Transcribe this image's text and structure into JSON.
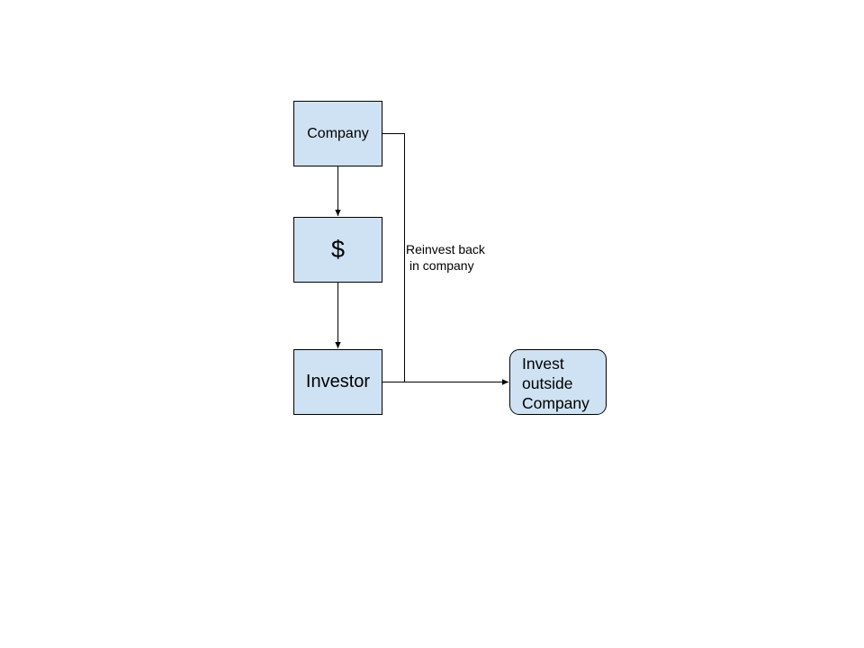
{
  "diagram": {
    "nodes": {
      "company": {
        "label": "Company"
      },
      "dollar": {
        "label": "$"
      },
      "investor": {
        "label": "Investor"
      },
      "outside": {
        "lines": [
          "Invest",
          "outside",
          "Company"
        ]
      }
    },
    "edges": {
      "reinvest_label": [
        "Reinvest back",
        "in company"
      ]
    },
    "colors": {
      "node_fill": "#cfe2f3",
      "stroke": "#000000"
    }
  }
}
